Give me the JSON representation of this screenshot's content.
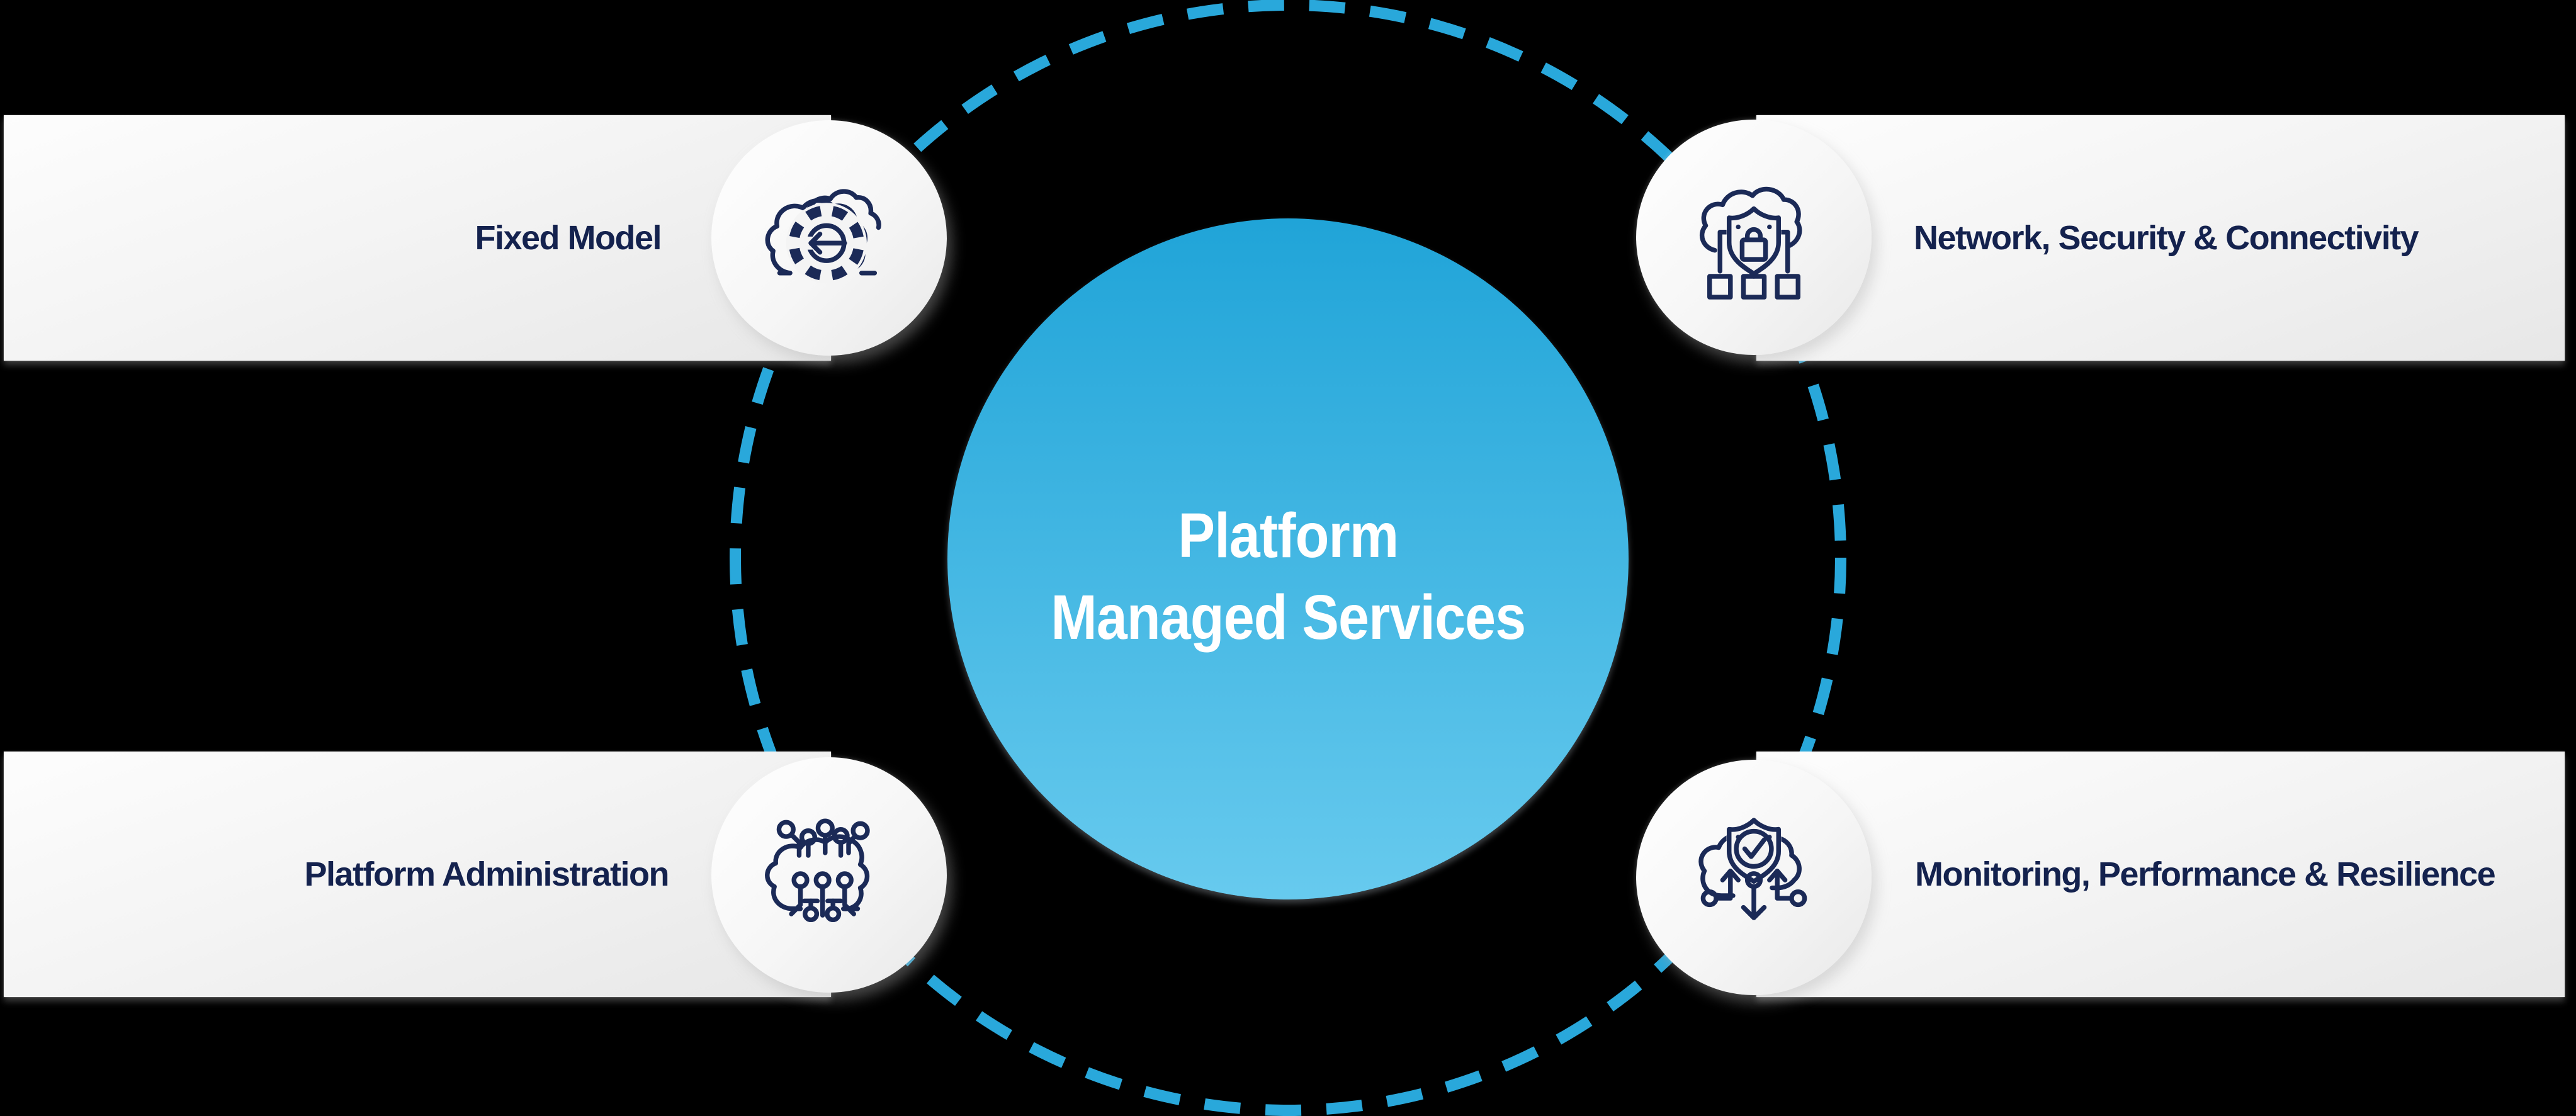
{
  "colors": {
    "background": "#000000",
    "ring": "#29A8DB",
    "hub-top": "#20A4D8",
    "hub-bottom": "#67CAEE",
    "hub-text": "#FFFFFF",
    "label": "#14224E",
    "icon-stroke": "#1B2A57",
    "badge-bg": "#F4F4F4"
  },
  "hub": {
    "title_line1": "Platform",
    "title_line2": "Managed Services"
  },
  "bars": {
    "fixed_model": {
      "label": "Fixed Model",
      "icon": "cloud-gear-icon"
    },
    "network": {
      "label": "Network, Security & Connectivity",
      "icon": "cloud-shield-lock-network-icon"
    },
    "platform_admin": {
      "label": "Platform Administration",
      "icon": "cloud-circuit-icon"
    },
    "monitoring": {
      "label": "Monitoring, Performance & Resilience",
      "icon": "shield-check-cloud-arrows-icon"
    }
  }
}
